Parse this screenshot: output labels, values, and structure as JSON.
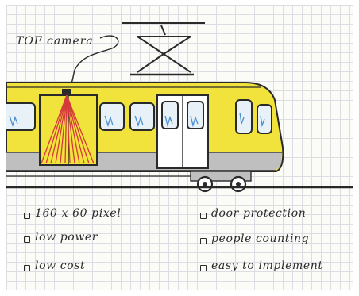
{
  "annotation": {
    "label": "TOF camera"
  },
  "features_left": [
    "160 x 60 pixel",
    "low power",
    "low cost"
  ],
  "features_right": [
    "door protection",
    "people counting",
    "easy to implement"
  ],
  "colors": {
    "tram_body": "#f1e23c",
    "tram_stripe": "#bfbfbf",
    "camera_rays": "#d53a3a",
    "window_glass": "#e8f1f7",
    "ink": "#2a2a2a"
  }
}
